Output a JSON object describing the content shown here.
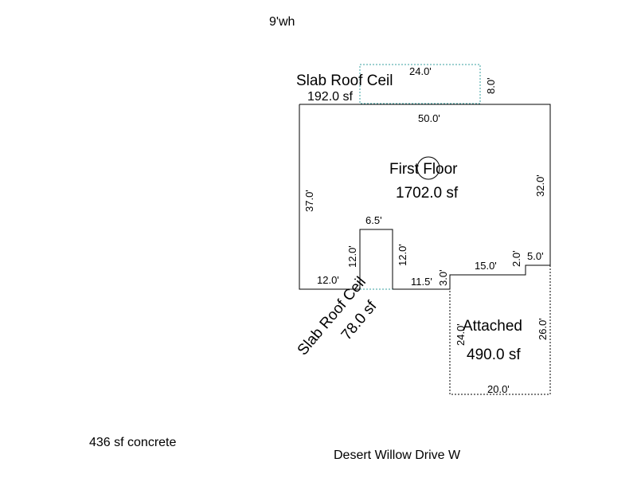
{
  "header": {
    "wall_height": "9'wh"
  },
  "areas": {
    "slab_top": {
      "name": "Slab Roof Ceil",
      "area": "192.0 sf"
    },
    "first_floor": {
      "name": "First Floor",
      "area": "1702.0 sf"
    },
    "slab_bottom": {
      "name": "Slab Roof Ceil",
      "area": "78.0 sf"
    },
    "attached": {
      "name": "Attached",
      "area": "490.0 sf"
    }
  },
  "dimensions": {
    "slab_top_width": "24.0'",
    "slab_top_depth": "8.0'",
    "ff_top": "50.0'",
    "ff_left": "37.0'",
    "ff_right": "32.0'",
    "ff_bottom_left": "12.0'",
    "notch_width": "6.5'",
    "notch_left": "12.0'",
    "notch_right": "12.0'",
    "ff_bottom_mid": "11.5'",
    "step_small": "3.0'",
    "ff_bottom_right": "15.0'",
    "step_right": "2.0'",
    "ff_corner": "5.0'",
    "att_left": "24.0'",
    "att_right": "26.0'",
    "att_bottom": "20.0'"
  },
  "footer": {
    "concrete": "436 sf concrete",
    "street": "Desert Willow Drive W"
  }
}
